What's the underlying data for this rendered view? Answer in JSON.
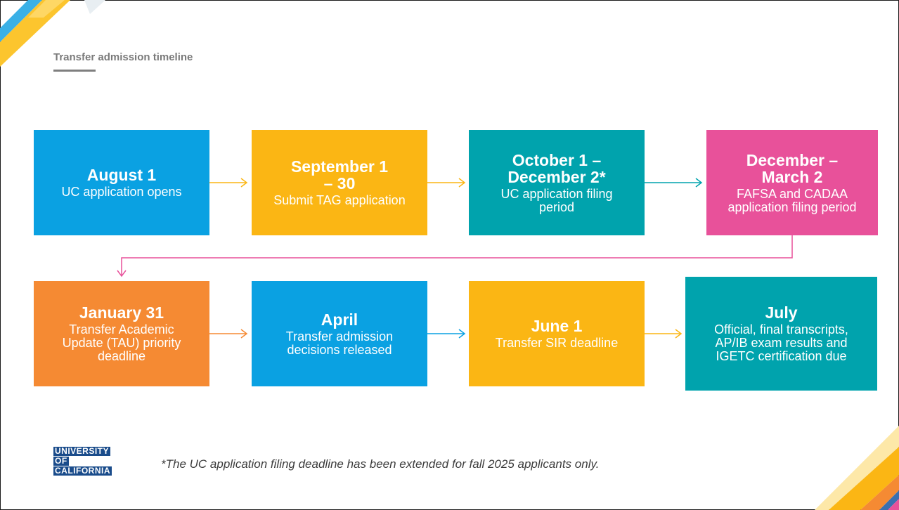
{
  "slide": {
    "title": "Transfer admission timeline",
    "footnote": "*The UC application filing deadline has been extended for fall 2025 applicants only.",
    "logo": {
      "lines": [
        "UNIVERSITY",
        "OF",
        "CALIFORNIA"
      ],
      "color": "#1a4c8b"
    }
  },
  "colors": {
    "blue": "#0aa1e2",
    "gold": "#fbb614",
    "teal": "#00a3ad",
    "pink": "#e8519a",
    "orange": "#f58a33"
  },
  "steps": [
    {
      "date": "August 1",
      "desc": "UC application opens",
      "color": "#0aa1e2"
    },
    {
      "date": "September 1 – 30",
      "desc": "Submit TAG application",
      "color": "#fbb614"
    },
    {
      "date": "October 1 – December 2*",
      "desc": "UC application filing period",
      "color": "#00a3ad"
    },
    {
      "date": "December – March 2",
      "desc": "FAFSA and CADAA application filing period",
      "color": "#e8519a"
    },
    {
      "date": "January 31",
      "desc": "Transfer Academic Update (TAU) priority deadline",
      "color": "#f58a33"
    },
    {
      "date": "April",
      "desc": "Transfer admission decisions released",
      "color": "#0aa1e2"
    },
    {
      "date": "June 1",
      "desc": "Transfer SIR deadline",
      "color": "#fbb614"
    },
    {
      "date": "July",
      "desc": "Official, final transcripts, AP/IB exam results and IGETC certification due",
      "color": "#00a3ad"
    }
  ],
  "connector_colors": [
    "#fbb614",
    "#fbb614",
    "#00a3ad",
    "#e8519a",
    "#f58a33",
    "#0aa1e2",
    "#fbb614"
  ]
}
